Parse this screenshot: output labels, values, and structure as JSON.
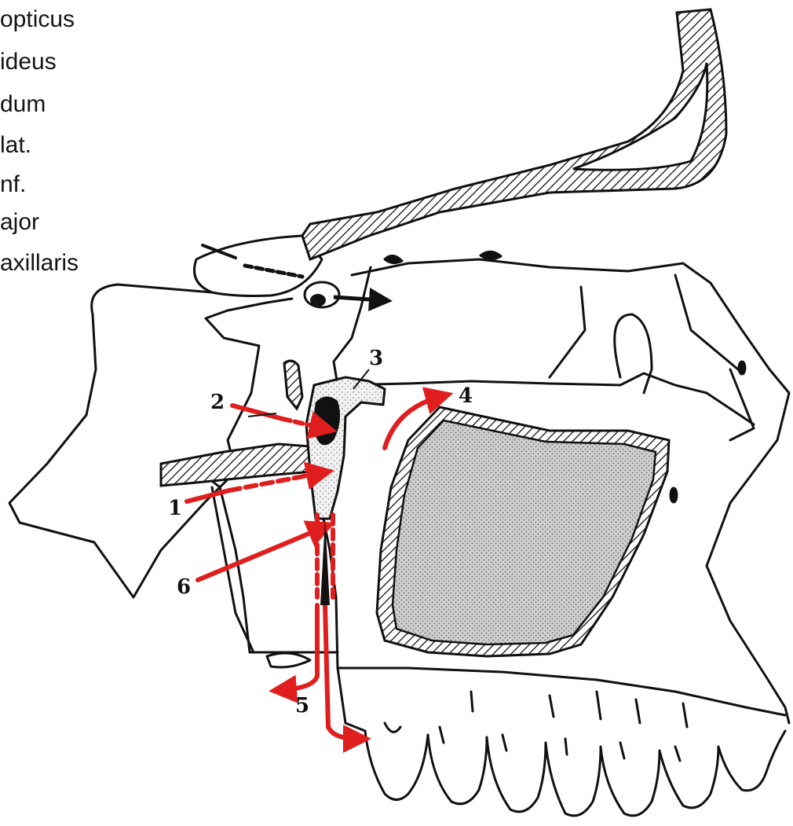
{
  "legend": [
    "opticus",
    "ideus",
    "dum",
    "lat.",
    "nf.",
    "ajor",
    "axillaris"
  ],
  "markers": [
    "1",
    "2",
    "3",
    "4",
    "5",
    "6"
  ],
  "colors": {
    "line": "#111111",
    "arrow_red": "#e01e1e",
    "shade_fill": "#c8c8c8",
    "stipple_fill": "#e6e6e6"
  }
}
